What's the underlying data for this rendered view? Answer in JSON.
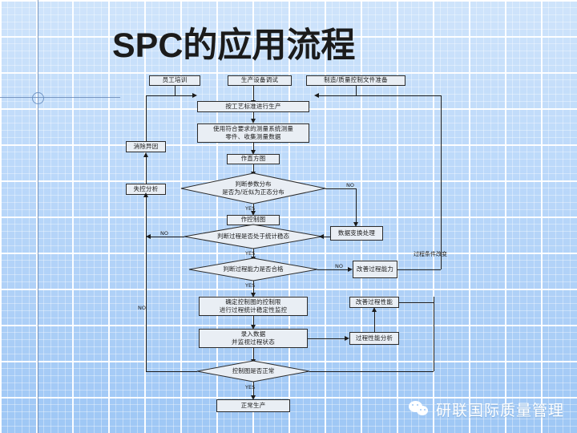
{
  "slide": {
    "title": "SPC的应用流程",
    "background_top_color": "#cfe4fb",
    "background_bottom_color": "#9ec7f5",
    "grid_color": "#ffffff"
  },
  "watermark": {
    "icon": "wechat-icon",
    "text": "研联国际质量管理"
  },
  "flow": {
    "inputs": [
      {
        "id": "training",
        "label": "员工培训"
      },
      {
        "id": "equipment",
        "label": "生产设备调试"
      },
      {
        "id": "documents",
        "label": "制造/质量控制文件准备"
      }
    ],
    "nodes": [
      {
        "id": "produce",
        "label": "按工艺标准进行生产"
      },
      {
        "id": "measure",
        "label": "使用符合要求的测量系统测量\n零件、收集测量数据"
      },
      {
        "id": "histogram",
        "label": "作直方图"
      },
      {
        "id": "control-chart",
        "label": "作控制图"
      },
      {
        "id": "data-transform",
        "label": "数据变换处理"
      },
      {
        "id": "improve-capability",
        "label": "改善过程能力"
      },
      {
        "id": "set-limits",
        "label": "确定控制图的控制限\n进行过程统计稳定性监控"
      },
      {
        "id": "enter-data",
        "label": "录入数据\n并监视过程状态"
      },
      {
        "id": "perf-analysis",
        "label": "过程性能分析"
      },
      {
        "id": "improve-perf",
        "label": "改善过程性能"
      },
      {
        "id": "normal-prod",
        "label": "正常生产"
      },
      {
        "id": "remove-cause",
        "label": "消除异因"
      },
      {
        "id": "ooc-analysis",
        "label": "失控分析"
      }
    ],
    "decisions": [
      {
        "id": "normality",
        "label": "判断参数分布\n是否为/近似为正态分布"
      },
      {
        "id": "stability",
        "label": "判断过程是否处于统计稳态"
      },
      {
        "id": "capability",
        "label": "判断过程能力是否合格"
      },
      {
        "id": "chart-ok",
        "label": "控制图是否正常"
      }
    ],
    "edge_labels": {
      "yes": "YES",
      "no": "NO"
    },
    "annotations": [
      {
        "id": "process-change",
        "label": "过程条件改变"
      }
    ]
  }
}
